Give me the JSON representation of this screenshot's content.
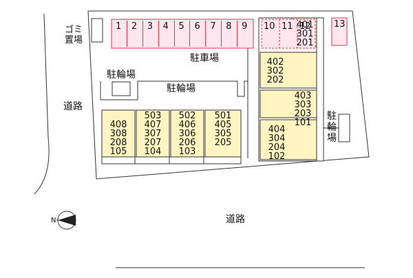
{
  "labels": {
    "garbage": "ゴミ置場",
    "road_west": "道路",
    "road_south": "道路",
    "bike_small": "駐輪場",
    "bike_center": "駐輪場",
    "bike_east": "駐輪場",
    "parking": "駐車場"
  },
  "parking_spaces": [
    "1",
    "2",
    "3",
    "4",
    "5",
    "6",
    "7",
    "8",
    "9"
  ],
  "parking_spaces_b": [
    "10",
    "11",
    "12"
  ],
  "parking_13": "13",
  "units": {
    "east_top_a": [
      "401",
      "301",
      "201"
    ],
    "east_upper": [
      "402",
      "302",
      "202"
    ],
    "east_mid": [
      "403",
      "303",
      "203",
      "101"
    ],
    "east_low": [
      "404",
      "304",
      "204",
      "102"
    ],
    "south_1": [
      "408",
      "308",
      "208",
      "105"
    ],
    "south_2": [
      "503",
      "407",
      "307",
      "207",
      "104"
    ],
    "south_3": [
      "502",
      "406",
      "306",
      "206",
      "103"
    ],
    "south_4": [
      "501",
      "405",
      "305",
      "205"
    ]
  },
  "compass": "N",
  "colors": {
    "unit_fill": "#fff5c0",
    "parking_fill": "#ffe6ee",
    "parking_border": "#e8304a"
  }
}
